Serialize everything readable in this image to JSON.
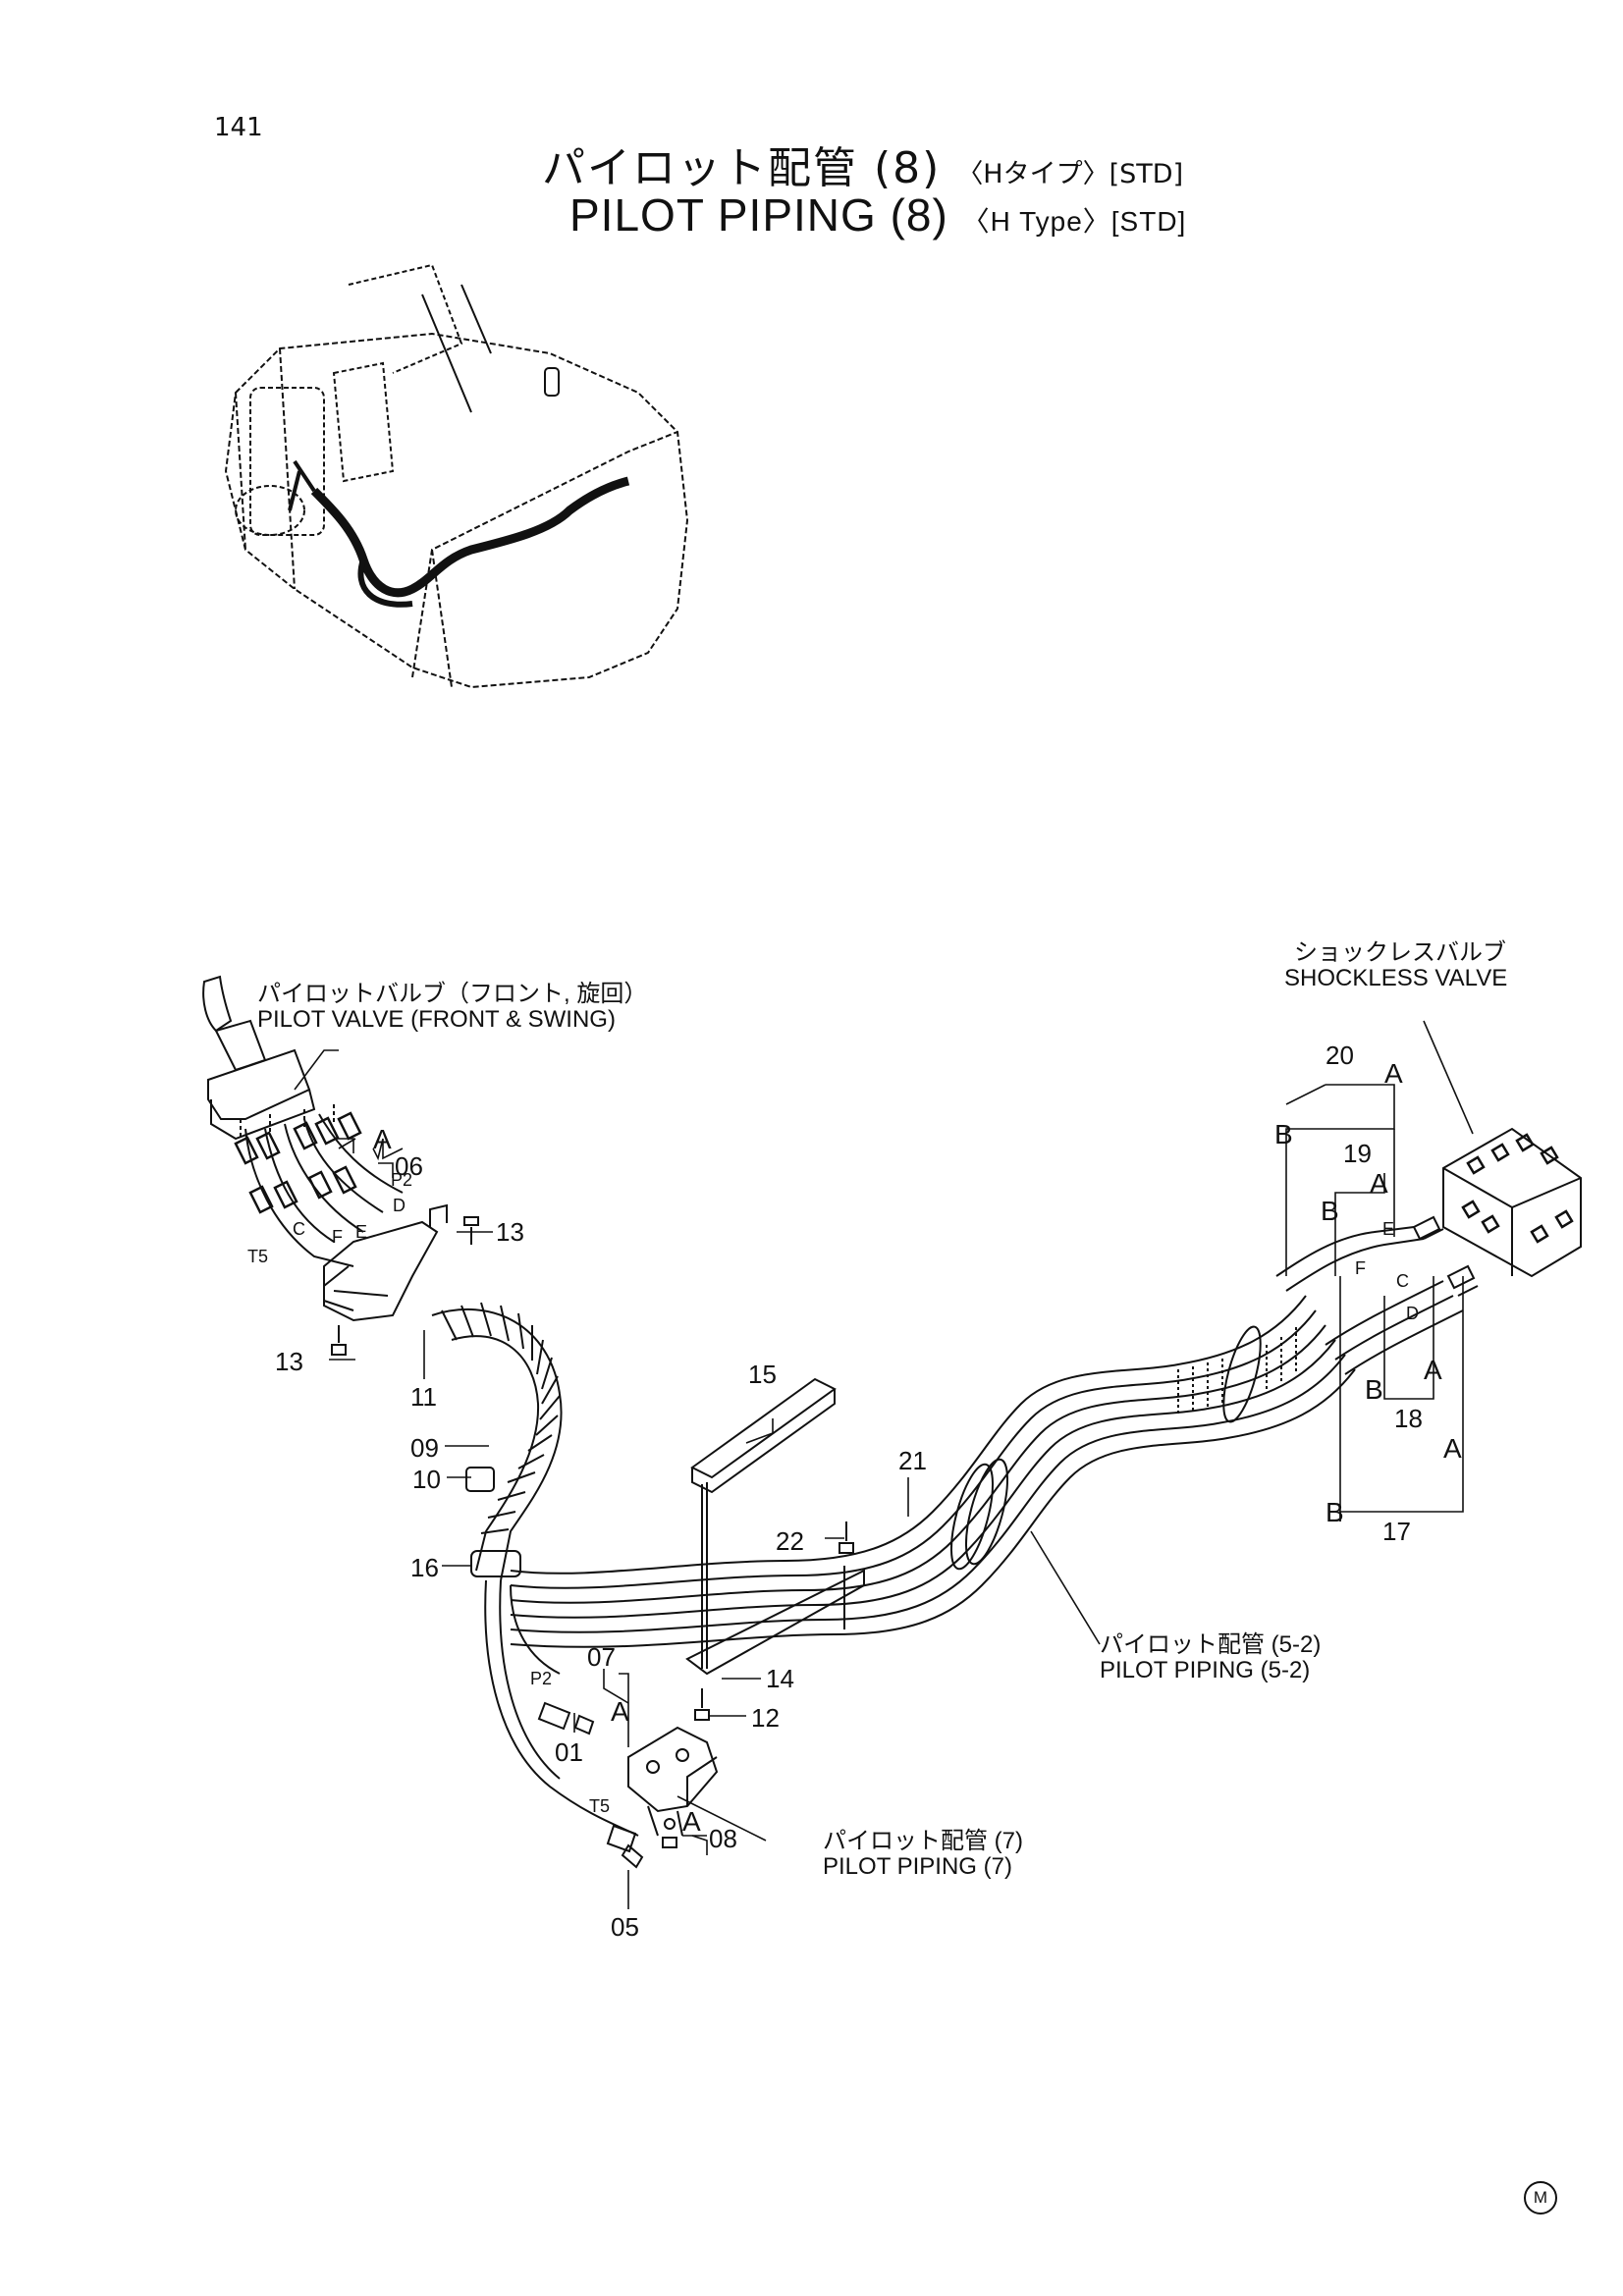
{
  "page": {
    "number": "141"
  },
  "title": {
    "jp_main": "パイロット配管 (8)",
    "jp_type": "〈Hタイプ〉[STD]",
    "en_main": "PILOT PIPING (8)",
    "en_type": "〈H Type〉[STD]"
  },
  "labels": {
    "pilot_valve_jp": "パイロットバルブ（フロント, 旋回）",
    "pilot_valve_en": "PILOT VALVE (FRONT & SWING)",
    "shockless_valve_jp": "ショックレスバルブ",
    "shockless_valve_en": "SHOCKLESS VALVE",
    "pilot_piping_52_jp": "パイロット配管 (5-2)",
    "pilot_piping_52_en": "PILOT PIPING (5-2)",
    "pilot_piping_7_jp": "パイロット配管 (7)",
    "pilot_piping_7_en": "PILOT PIPING (7)"
  },
  "callouts": {
    "c01": "01",
    "c05": "05",
    "c06": "06",
    "c07": "07",
    "c08": "08",
    "c09": "09",
    "c10": "10",
    "c11": "11",
    "c12": "12",
    "c13a": "13",
    "c13b": "13",
    "c14": "14",
    "c15": "15",
    "c16": "16",
    "c17": "17",
    "c18": "18",
    "c19": "19",
    "c20": "20",
    "c21": "21",
    "c22": "22"
  },
  "port_letters": {
    "a1": "A",
    "a2": "A",
    "a3": "A",
    "a4": "A",
    "a5": "A",
    "a6": "A",
    "a7": "A",
    "b1": "B",
    "b2": "B",
    "b3": "B",
    "b4": "B",
    "c1": "C",
    "c2": "C",
    "d1": "D",
    "d2": "D",
    "e1": "E",
    "e2": "E",
    "f1": "F",
    "f2": "F",
    "p2a": "P2",
    "p2b": "P2",
    "t5a": "T5",
    "t5b": "T5"
  },
  "footer": {
    "mark": "M"
  }
}
